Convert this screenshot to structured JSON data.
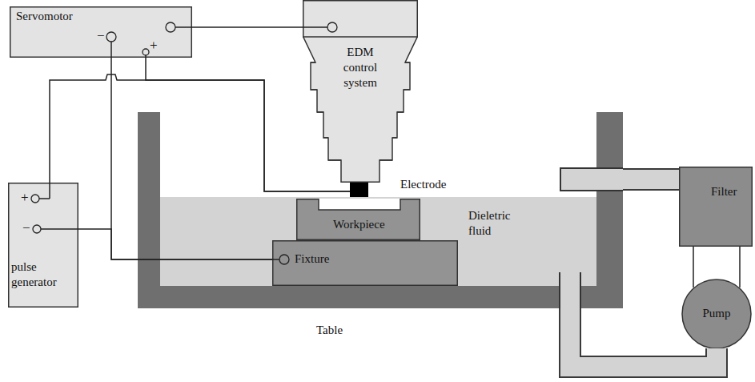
{
  "diagram": {
    "nodes": [
      {
        "text": [
          "Servomotor"
        ]
      },
      {
        "text": [
          "EDM control system"
        ]
      },
      {
        "text": [
          "Electrode"
        ]
      },
      {
        "text": [
          "pulse generator"
        ]
      },
      {
        "text": [
          "Dieletric fluid"
        ]
      },
      {
        "text": [
          "Workpiece"
        ],
        "in": 4
      },
      {
        "text": [
          "Fixture"
        ],
        "in": 4
      },
      {
        "text": [
          "Filter"
        ]
      },
      {
        "text": [
          "Pump"
        ]
      }
    ],
    "edges": [
      {
        "from": 0,
        "to": 1,
        "arrow": "none"
      },
      {
        "from": 3,
        "to": 2,
        "arrow": "none"
      },
      {
        "from": 0,
        "to": 2,
        "arrow": "none"
      },
      {
        "from": 0,
        "to": 6,
        "arrow": "none"
      },
      {
        "from": 3,
        "to": 6,
        "arrow": "none"
      },
      {
        "from": 4,
        "to": 7,
        "arrow": "none"
      },
      {
        "from": 7,
        "to": 8,
        "arrow": "none"
      },
      {
        "from": 8,
        "to": 4,
        "arrow": "none"
      }
    ],
    "labels": [
      "−",
      "+",
      "+",
      "−",
      "Table"
    ]
  }
}
